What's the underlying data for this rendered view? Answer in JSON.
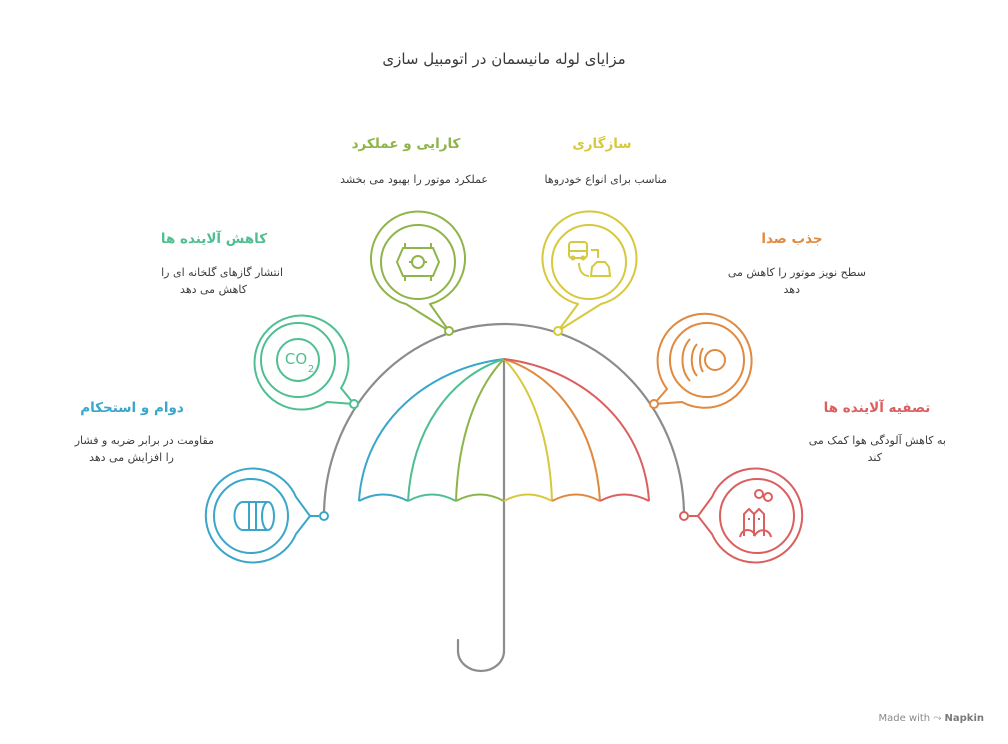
{
  "title": "مزایای لوله مانیسمان در اتومبیل سازی",
  "colors": {
    "blue": "#3aa6c9",
    "teal": "#4fbf92",
    "green": "#8fb44a",
    "yellow": "#d6c93e",
    "orange": "#e0893f",
    "red": "#dc5f5f",
    "gray": "#8c8c8c"
  },
  "items": [
    {
      "key": "durability",
      "title": "دوام و استحکام",
      "desc1": "مقاومت در برابر ضربه و فشار",
      "desc2": "را افزایش می دهد",
      "icon": "pipe-icon",
      "color": "#3aa6c9"
    },
    {
      "key": "emissions",
      "title": "کاهش آلاینده ها",
      "desc1": "انتشار گازهای گلخانه ای را",
      "desc2": "کاهش می دهد",
      "icon": "co2-icon",
      "color": "#4fbf92"
    },
    {
      "key": "efficiency",
      "title": "کارایی و عملکرد",
      "desc1": "عملکرد موتور را بهبود می بخشد",
      "desc2": "",
      "icon": "engine-icon",
      "color": "#8fb44a"
    },
    {
      "key": "compatibility",
      "title": "سازگاری",
      "desc1": "مناسب برای انواع خودروها",
      "desc2": "",
      "icon": "vehicles-icon",
      "color": "#d6c93e"
    },
    {
      "key": "noise",
      "title": "جذب صدا",
      "desc1": "سطح نویز موتور را کاهش می",
      "desc2": "دهد",
      "icon": "sound-icon",
      "color": "#e0893f"
    },
    {
      "key": "purification",
      "title": "تصفیه آلاینده ها",
      "desc1": "به کاهش آلودگی هوا کمک می",
      "desc2": "کند",
      "icon": "pollution-icon",
      "color": "#dc5f5f"
    }
  ],
  "watermark": {
    "made_with": "Made with",
    "brand": "Napkin"
  }
}
